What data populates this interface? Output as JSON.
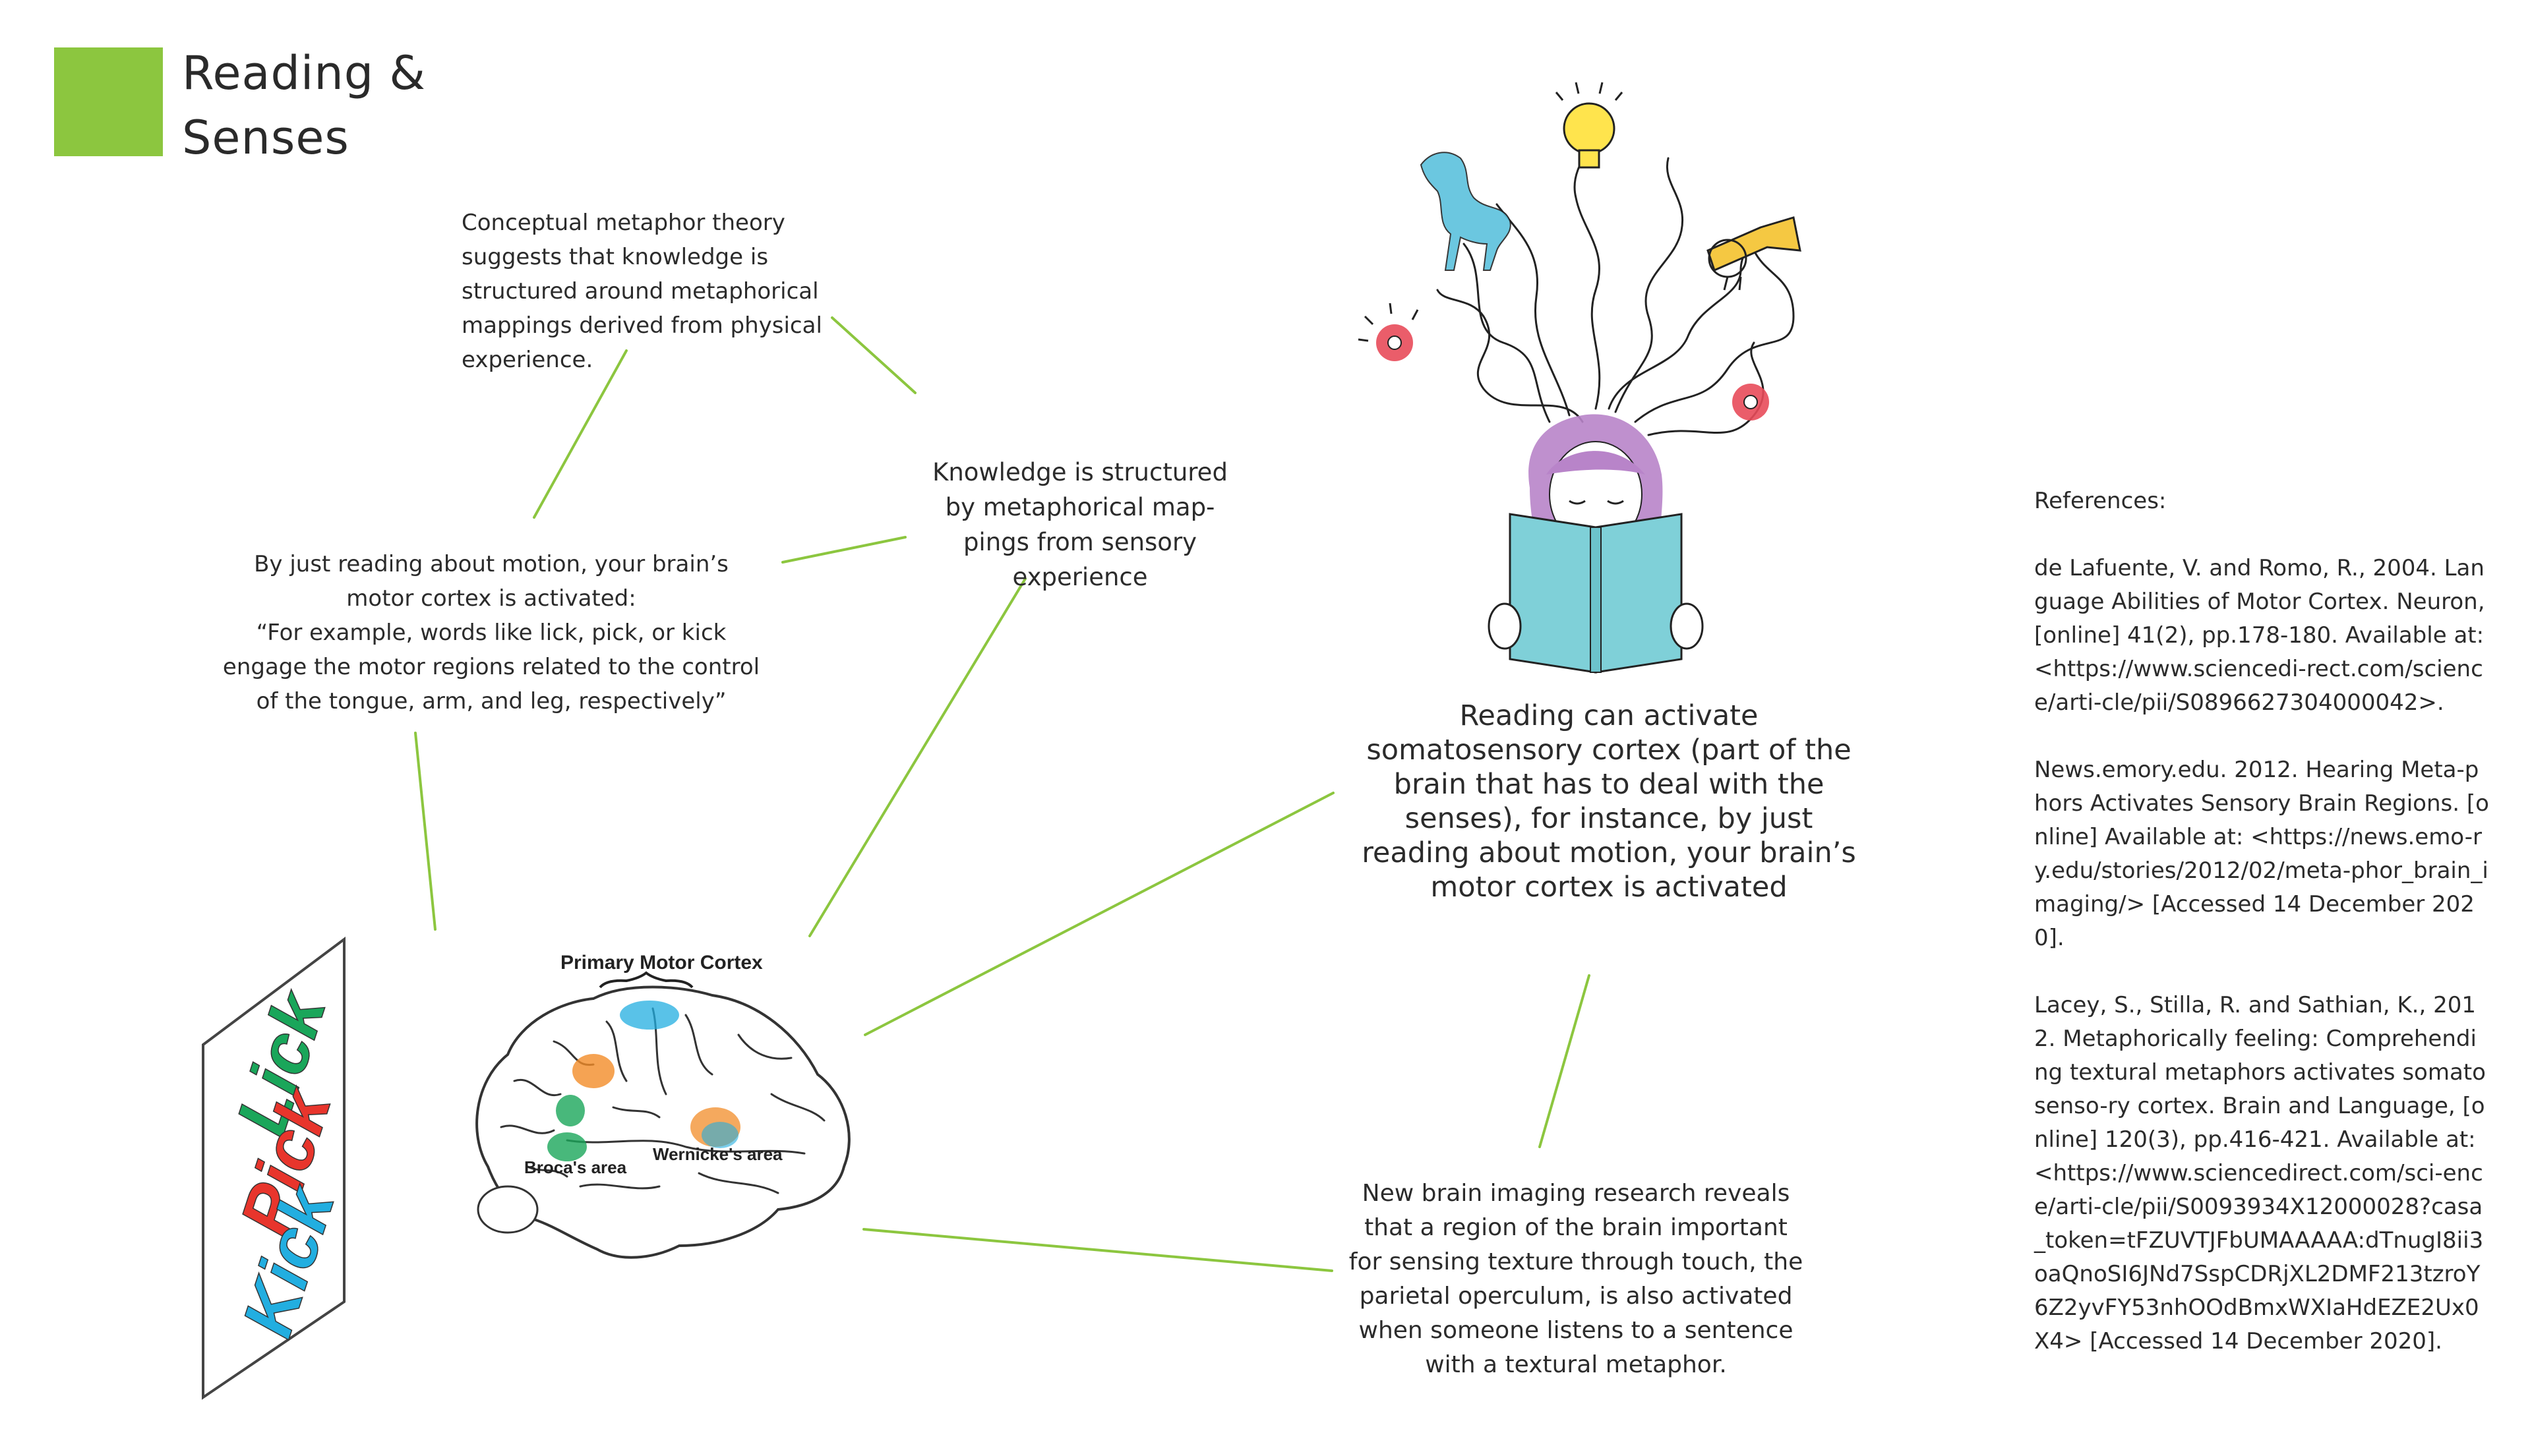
{
  "header": {
    "title_line1": "Reading &",
    "title_line2": "Senses",
    "accent_color": "#8cc63f"
  },
  "notes": {
    "metaphor_theory": "Conceptual metaphor theory suggests that knowledge is structured around metaphorical mappings derived from physical experience.",
    "knowledge_short": "Knowledge is structured by metaphorical map-pings from sensory experience",
    "motion_line1": "By just reading about motion, your brain’s motor cortex is activated:",
    "motion_line2": "“For example, words like lick, pick, or kick engage the motor regions related to the control of the tongue, arm, and leg, respectively”",
    "reading_activates": "Reading can activate somatosensory cortex (part of the brain that has to deal with the senses), for instance, by just reading about motion, your brain’s motor cortex is activated",
    "brain_imaging": "New brain imaging research reveals that a region of the brain important for sensing texture through touch, the parietal operculum, is also activated when someone listens to a sentence with a textural metaphor."
  },
  "card": {
    "words": [
      "Lick",
      "Pick",
      "Kick"
    ],
    "colors": [
      "#1aa65a",
      "#e8352c",
      "#22aee0"
    ]
  },
  "brain": {
    "title": "Primary Motor Cortex",
    "broca_label": "Broca's area",
    "wernicke_label": "Wernicke's area"
  },
  "references": {
    "heading": "References:",
    "ref1": "de Lafuente, V. and Romo, R., 2004. Language Abilities of Motor Cortex. Neuron, [online] 41(2), pp.178-180. Available at: <https://www.sciencedi-rect.com/science/arti-cle/pii/S0896627304000042>.",
    "ref2": "News.emory.edu. 2012. Hearing Meta-phors Activates Sensory Brain Regions. [online] Available at: <https://news.emo-ry.edu/stories/2012/02/meta-phor_brain_imaging/> [Accessed 14 December 2020].",
    "ref3": "Lacey, S., Stilla, R. and Sathian, K., 2012. Metaphorically feeling: Comprehending textural metaphors activates somatosenso-ry cortex. Brain and Language, [online] 120(3), pp.416-421. Available at: <https://www.sciencedirect.com/sci-ence/arti-cle/pii/S0093934X12000028?casa_token=tFZUVTJFbUMAAAAA:dTnugI8ii3oaQnoSI6JNd7SspCDRjXL2DMF213tzroY6Z2yvFY53nhOOdBmxWXIaHdEZE2Ux0X4> [Accessed 14 December 2020]."
  },
  "colors": {
    "connector": "#8cc63f",
    "book": "#7fd0d8",
    "hair": "#b884c9"
  }
}
